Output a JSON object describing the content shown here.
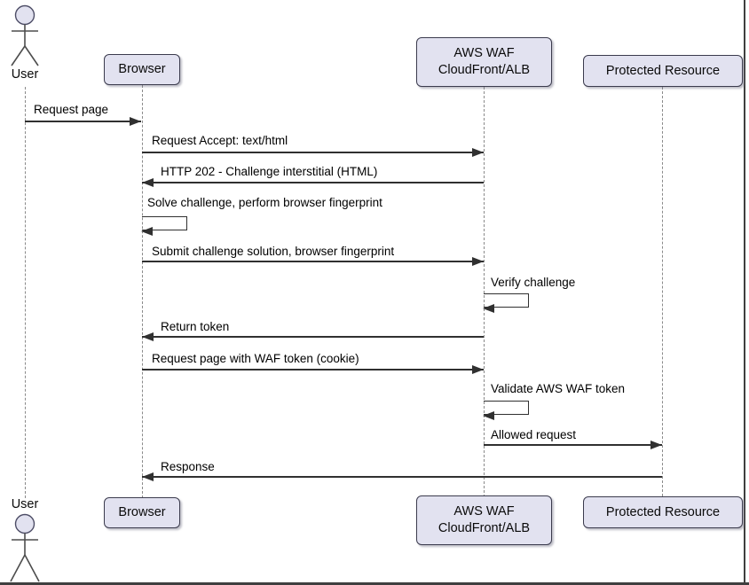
{
  "diagram_type": "uml-sequence",
  "participants": {
    "user": {
      "label": "User"
    },
    "browser": {
      "label": "Browser"
    },
    "waf": {
      "line1": "AWS WAF",
      "line2": "CloudFront/ALB"
    },
    "protected": {
      "label": "Protected Resource"
    }
  },
  "messages": [
    {
      "label": "Request page",
      "from": "user",
      "to": "browser",
      "kind": "solid-arrow"
    },
    {
      "label": "Request Accept: text/html",
      "from": "browser",
      "to": "waf",
      "kind": "solid-arrow"
    },
    {
      "label": "HTTP 202 - Challenge interstitial (HTML)",
      "from": "waf",
      "to": "browser",
      "kind": "solid-arrow"
    },
    {
      "label": "Solve challenge, perform browser fingerprint",
      "from": "browser",
      "to": "browser",
      "kind": "self-message"
    },
    {
      "label": "Submit challenge solution, browser fingerprint",
      "from": "browser",
      "to": "waf",
      "kind": "solid-arrow"
    },
    {
      "label": "Verify challenge",
      "from": "waf",
      "to": "waf",
      "kind": "self-message"
    },
    {
      "label": "Return token",
      "from": "waf",
      "to": "browser",
      "kind": "solid-arrow"
    },
    {
      "label": "Request page with WAF token (cookie)",
      "from": "browser",
      "to": "waf",
      "kind": "solid-arrow"
    },
    {
      "label": "Validate AWS WAF token",
      "from": "waf",
      "to": "waf",
      "kind": "self-message"
    },
    {
      "label": "Allowed request",
      "from": "waf",
      "to": "protected",
      "kind": "solid-arrow"
    },
    {
      "label": "Response",
      "from": "protected",
      "to": "browser",
      "kind": "solid-arrow"
    }
  ],
  "colors": {
    "participant_fill": "#E2E2F0",
    "participant_border": "#3B3B4D",
    "arrow": "#303030",
    "lifeline": "#8A8A8A",
    "text": "#000000",
    "background": "#FFFFFF"
  }
}
